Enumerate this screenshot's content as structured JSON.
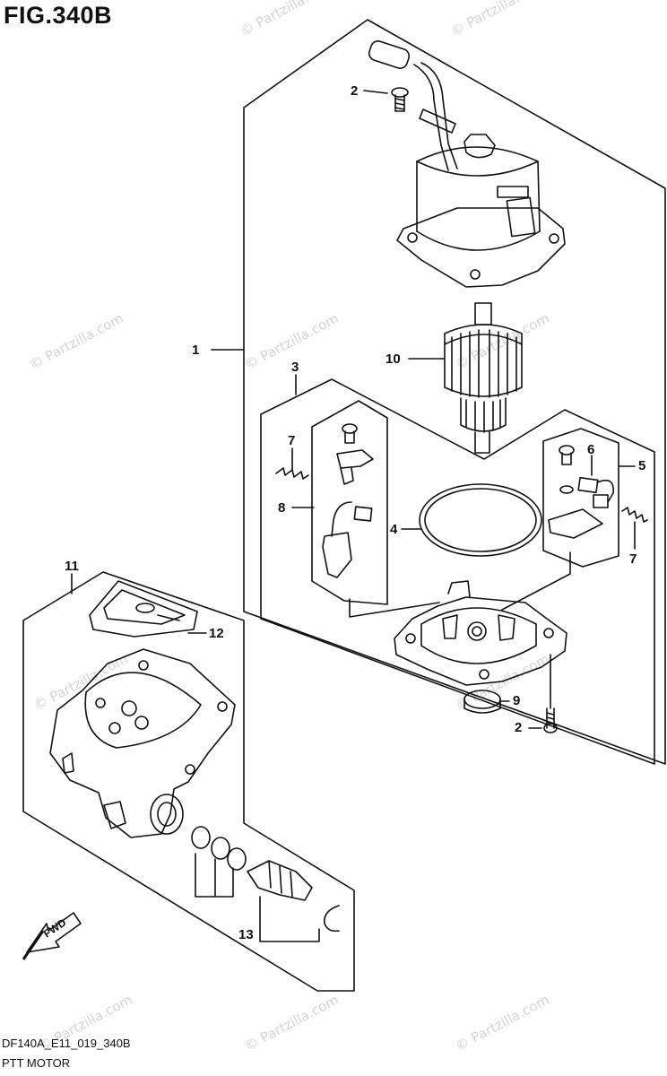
{
  "figure": {
    "title": "FIG.340B"
  },
  "footer": {
    "code": "DF140A_E11_019_340B",
    "name": "PTT MOTOR"
  },
  "fwd_label": "FWD",
  "watermark": "© Partzilla.com",
  "callouts": {
    "c1": "1",
    "c2a": "2",
    "c2b": "2",
    "c3": "3",
    "c4": "4",
    "c5": "5",
    "c6": "6",
    "c7a": "7",
    "c7b": "7",
    "c8": "8",
    "c9": "9",
    "c10": "10",
    "c11": "11",
    "c12": "12",
    "c13": "13"
  }
}
